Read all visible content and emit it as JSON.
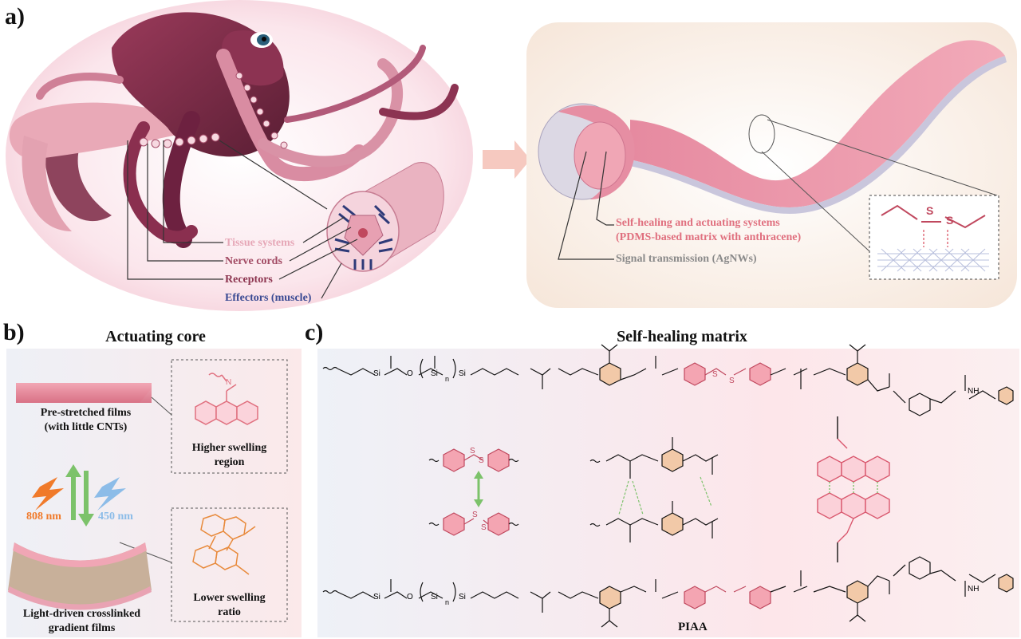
{
  "panels": {
    "a": {
      "label": "a)"
    },
    "b": {
      "label": "b)",
      "title": "Actuating core"
    },
    "c": {
      "label": "c)",
      "title": "Self-healing matrix"
    }
  },
  "octopus": {
    "labels": [
      {
        "text": "Tissue systems",
        "color": "#e6a7b7"
      },
      {
        "text": "Nerve cords",
        "color": "#a24a63"
      },
      {
        "text": "Receptors",
        "color": "#8d3550"
      },
      {
        "text": "Effectors (muscle)",
        "color": "#3a4a93"
      }
    ]
  },
  "ribbon": {
    "healing_label_line1": "Self-healing and actuating systems",
    "healing_label_line2": "(PDMS-based matrix with anthracene)",
    "signal_label": "Signal transmission (AgNWs)",
    "atom": "S"
  },
  "core": {
    "film_label_line1": "Pre-stretched films",
    "film_label_line2": "(with little CNTs)",
    "higher_line1": "Higher swelling",
    "higher_line2": "region",
    "wavelength_red": "808 nm",
    "wavelength_blue": "450 nm",
    "lower_line1": "Lower swelling",
    "lower_line2": "ratio",
    "gradient_line1": "Light-driven crosslinked",
    "gradient_line2": "gradient films",
    "n_atom": "N"
  },
  "matrix": {
    "polymer_name": "PIAA",
    "atoms": {
      "si": "Si",
      "o": "O",
      "n": "n",
      "nh": "NH",
      "h": "H",
      "s": "S"
    }
  },
  "colors": {
    "pink": "#e0707f",
    "dark_pink": "#c0485e",
    "orange": "#e88a3c",
    "green": "#7cc26a",
    "blue": "#8cb8e6"
  }
}
